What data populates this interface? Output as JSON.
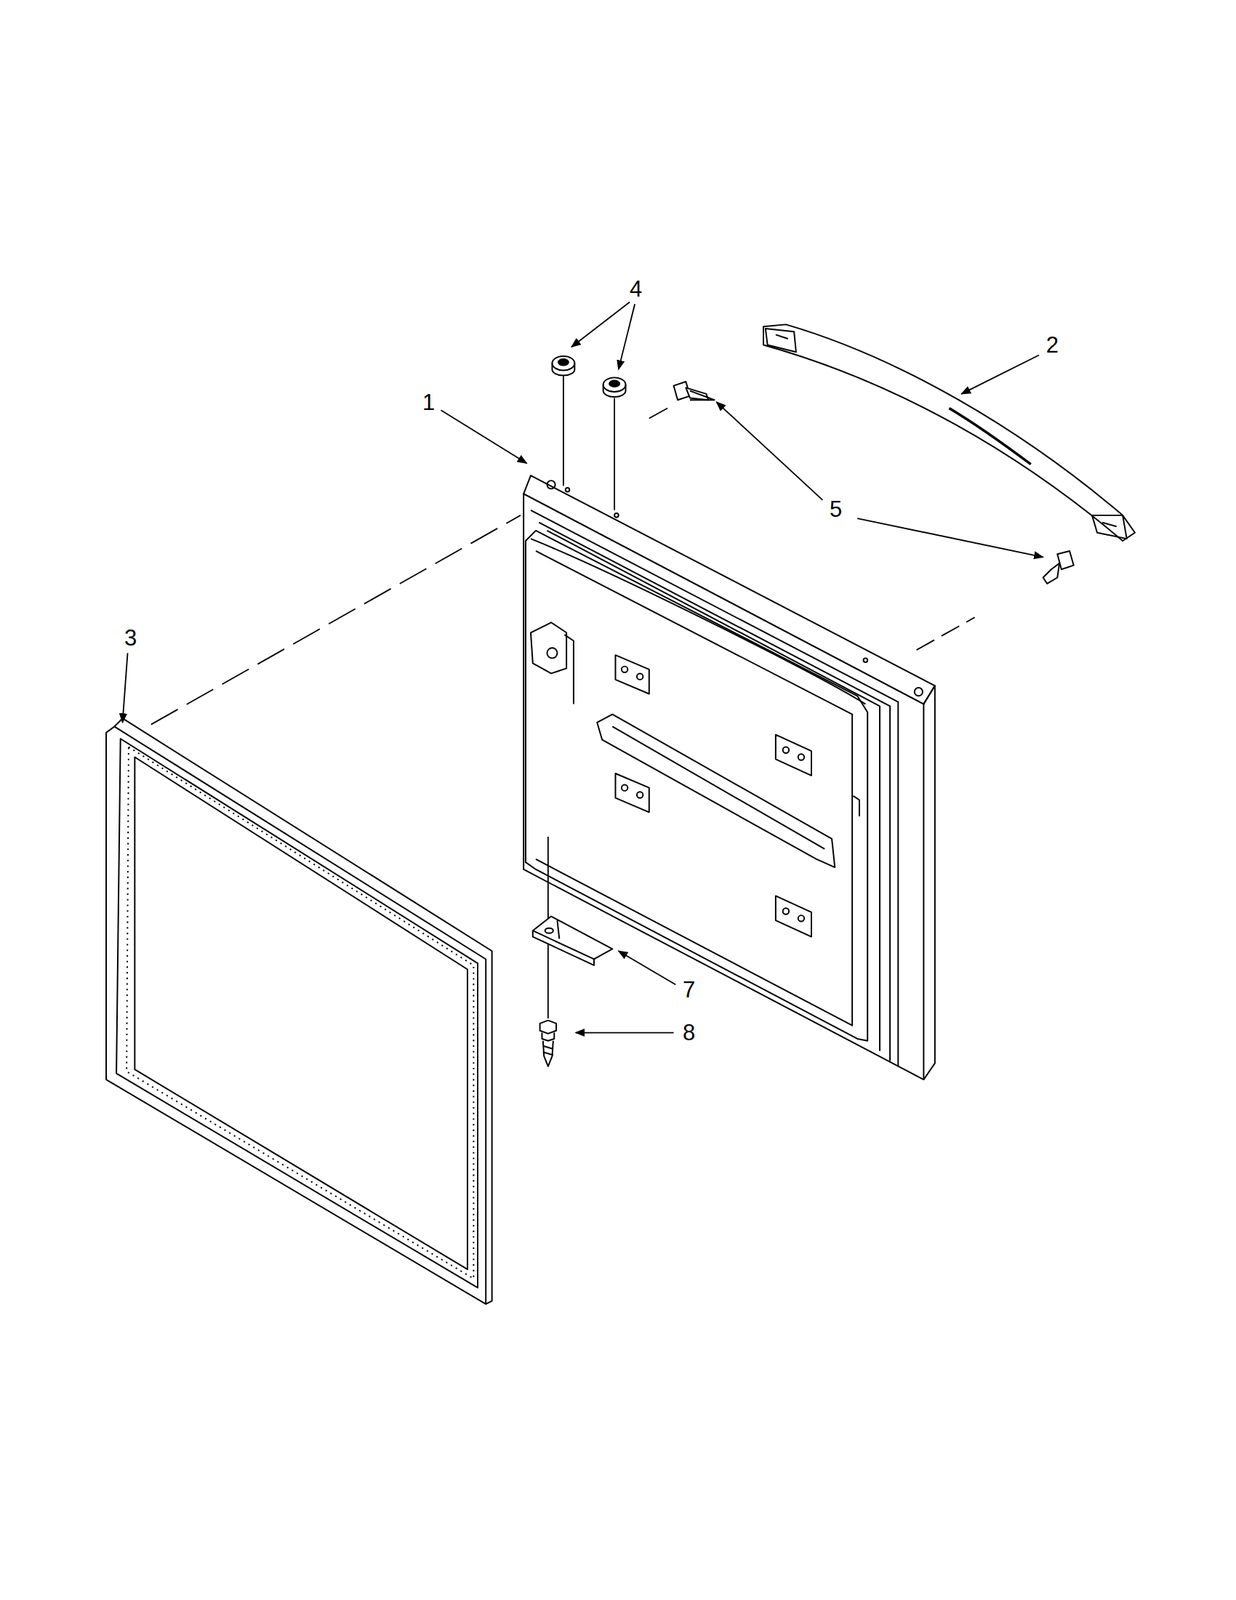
{
  "diagram": {
    "labels": [
      "4",
      "1",
      "2",
      "5",
      "3",
      "7",
      "8"
    ]
  }
}
